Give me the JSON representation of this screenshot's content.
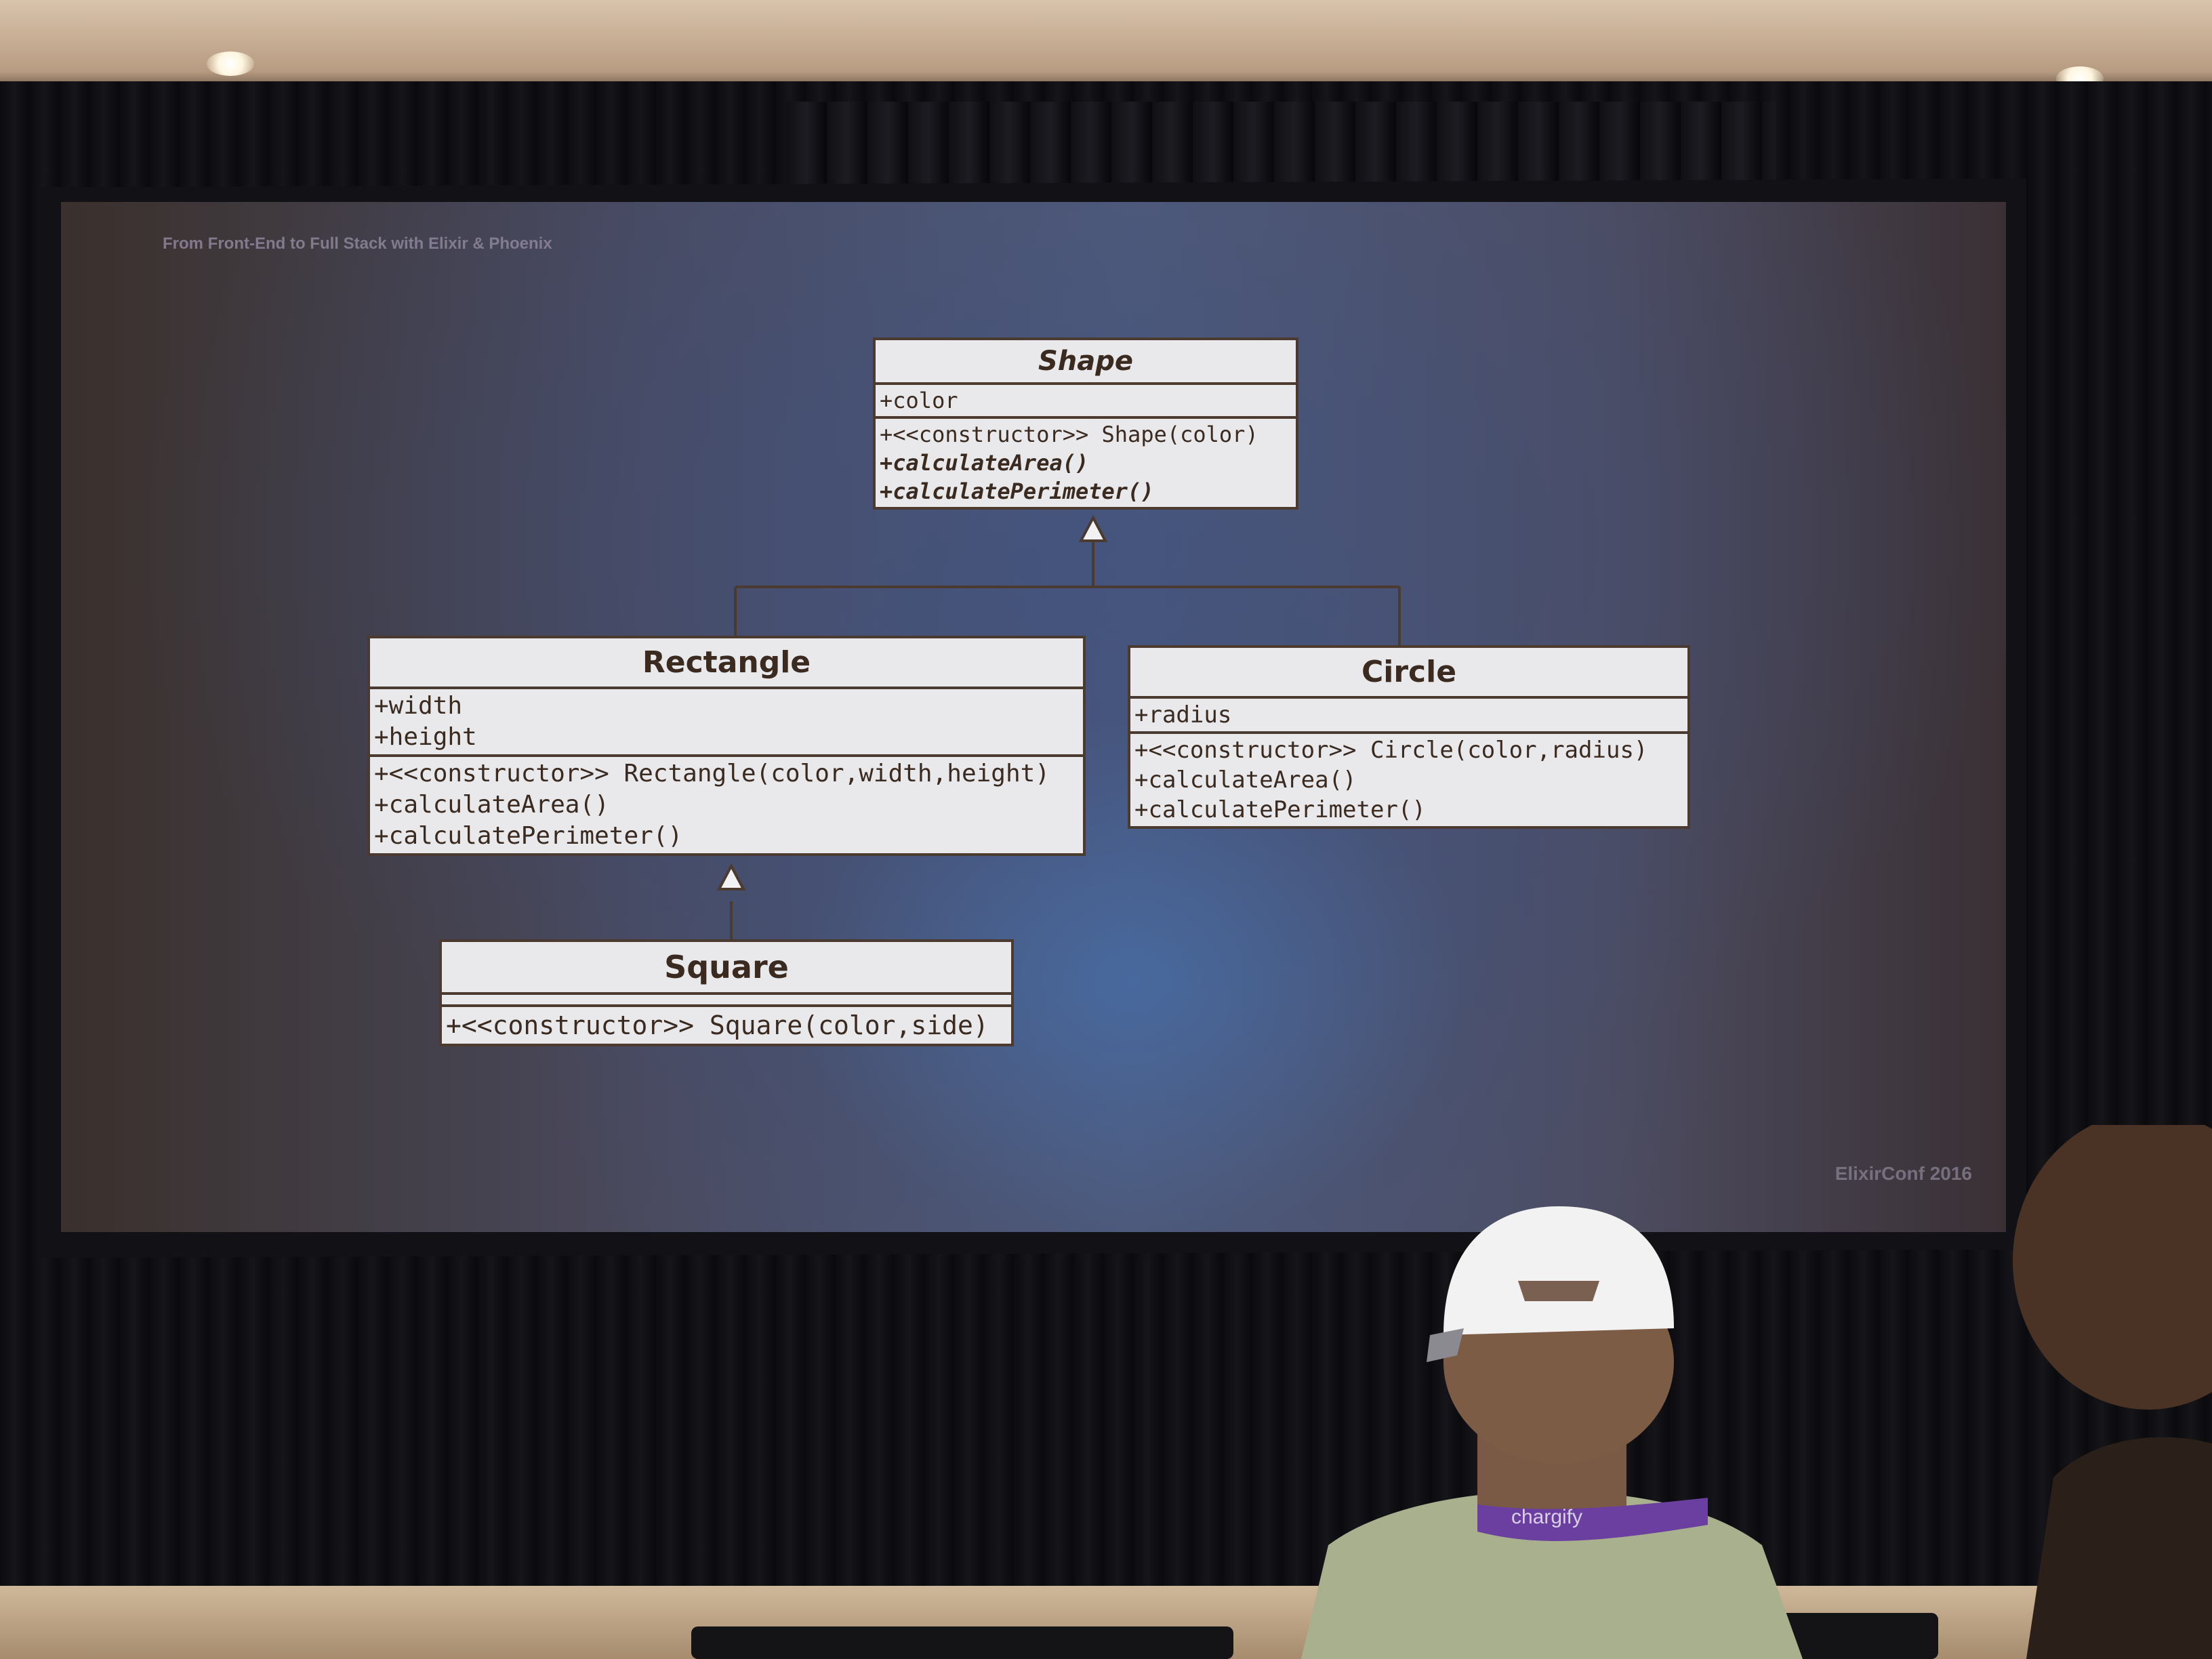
{
  "slide": {
    "header": "From Front-End to Full Stack with Elixir & Phoenix",
    "footer": "ElixirConf 2016"
  },
  "diagram": {
    "classes": {
      "shape": {
        "name": "Shape",
        "attributes": [
          "+color"
        ],
        "operations": [
          "+<<constructor>> Shape(color)",
          "+calculateArea()",
          "+calculatePerimeter()"
        ]
      },
      "rectangle": {
        "name": "Rectangle",
        "attributes": [
          "+width",
          "+height"
        ],
        "operations": [
          "+<<constructor>> Rectangle(color,width,height)",
          "+calculateArea()",
          "+calculatePerimeter()"
        ]
      },
      "circle": {
        "name": "Circle",
        "attributes": [
          "+radius"
        ],
        "operations": [
          "+<<constructor>> Circle(color,radius)",
          "+calculateArea()",
          "+calculatePerimeter()"
        ]
      },
      "square": {
        "name": "Square",
        "attributes": [],
        "operations": [
          "+<<constructor>> Square(color,side)"
        ]
      }
    },
    "relations": [
      {
        "from": "Rectangle",
        "to": "Shape",
        "type": "generalization"
      },
      {
        "from": "Circle",
        "to": "Shape",
        "type": "generalization"
      },
      {
        "from": "Square",
        "to": "Rectangle",
        "type": "generalization"
      }
    ]
  },
  "badge": {
    "lanyard_text": "chargify"
  },
  "colors": {
    "class_fill": "#e9e9ec",
    "class_border": "#4a3a30",
    "slide_background": "#535c78"
  }
}
